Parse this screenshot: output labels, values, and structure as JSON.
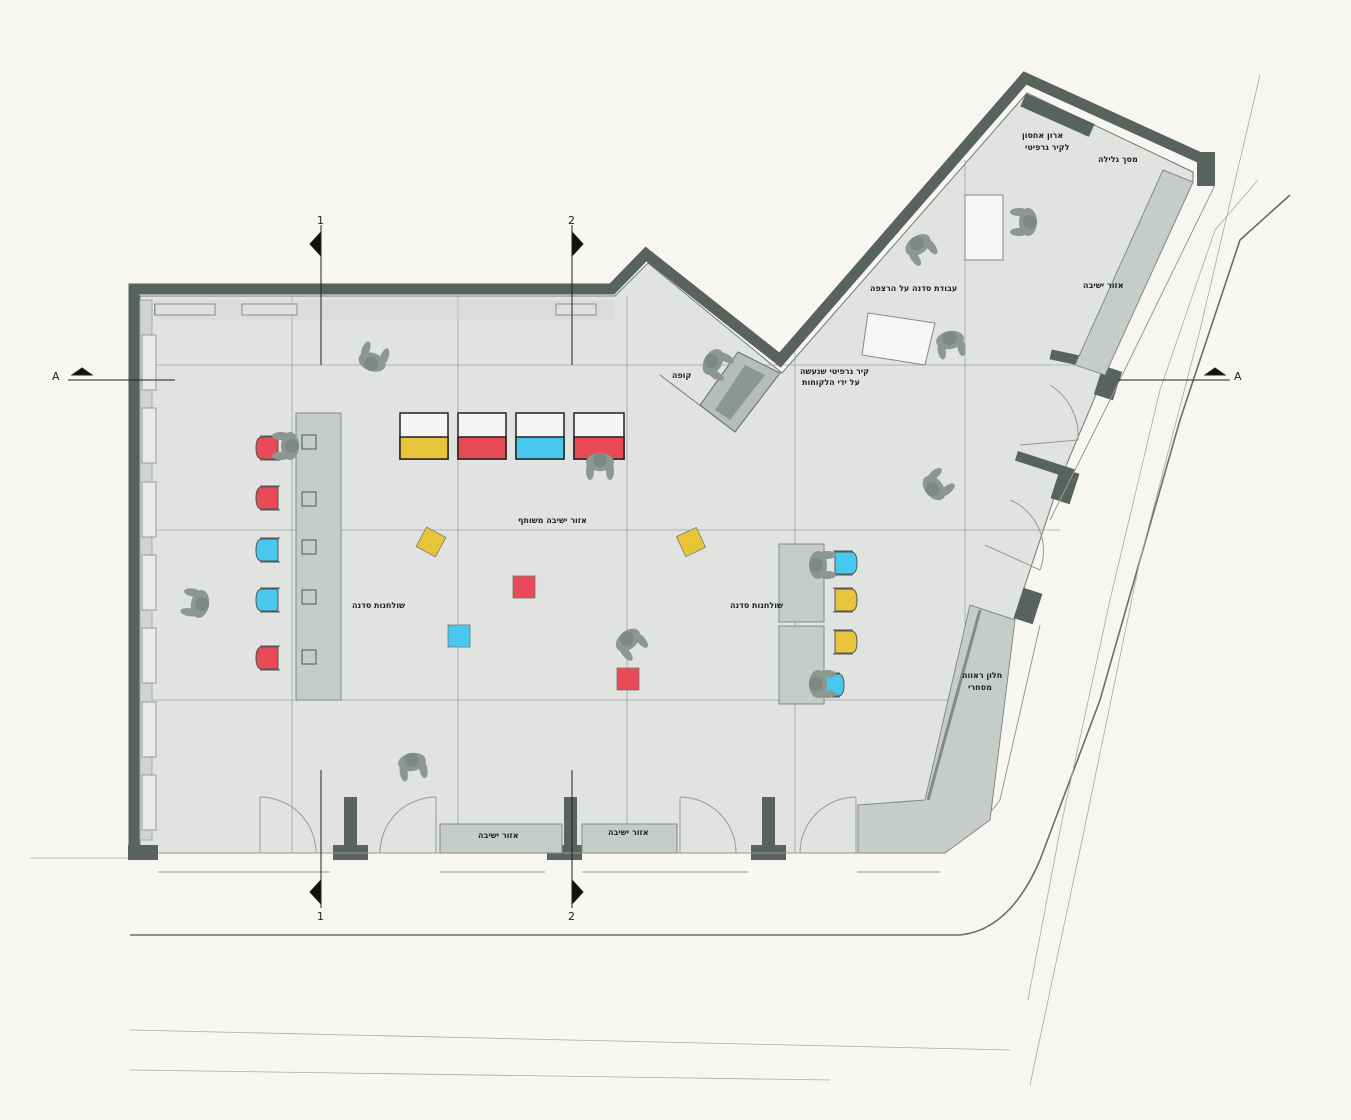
{
  "drawing": {
    "section_markers": {
      "one": "1",
      "two": "2",
      "a": "A"
    },
    "labels": {
      "storage": "ארון אחסון",
      "storage_sub": "לקיר גרפיטי",
      "rolling_screen": "מסך גלילה",
      "seating_right": "אזור ישיבה",
      "floor_workshop": "עבודת סדנה על הרצפה",
      "cashier": "קופה",
      "graffiti_wall": "קיר גרפיטי שנעשה",
      "graffiti_wall_sub": "על ידי הלקוחות",
      "shared_seating": "אזור ישיבה משותף",
      "workshop_tables_left": "שולחנות סדנה",
      "workshop_tables_right": "שולחנות סדנה",
      "display_window": "חלון ראווה",
      "display_window_sub": "מסחרי",
      "seating_bottom_1": "אזור ישיבה",
      "seating_bottom_2": "אזור ישיבה"
    },
    "colors": {
      "wall": "#58625f",
      "floor": "#e1e3e1",
      "furniture": "#c5ccca",
      "red": "#e84a57",
      "blue": "#48c8ef",
      "yellow": "#e8c43a",
      "person": "#8c9791"
    }
  }
}
